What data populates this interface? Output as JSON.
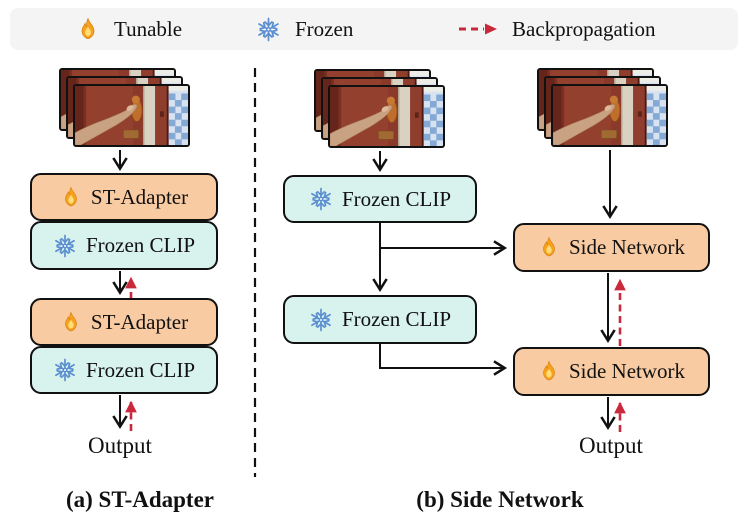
{
  "figure": {
    "legend": {
      "items": [
        {
          "icon": "flame-icon",
          "label": "Tunable"
        },
        {
          "icon": "snowflake-icon",
          "label": "Frozen"
        },
        {
          "icon": "backprop-arrow-icon",
          "label": "Backpropagation"
        }
      ]
    },
    "panel_a": {
      "caption": "(a) ST-Adapter",
      "output_label": "Output",
      "boxes": [
        {
          "icon": "flame-icon",
          "label": "ST-Adapter",
          "state": "tunable"
        },
        {
          "icon": "snowflake-icon",
          "label": "Frozen CLIP",
          "state": "frozen"
        },
        {
          "icon": "flame-icon",
          "label": "ST-Adapter",
          "state": "tunable"
        },
        {
          "icon": "snowflake-icon",
          "label": "Frozen CLIP",
          "state": "frozen"
        }
      ]
    },
    "panel_b": {
      "caption": "(b) Side Network",
      "output_label": "Output",
      "boxes": [
        {
          "icon": "snowflake-icon",
          "label": "Frozen CLIP",
          "state": "frozen"
        },
        {
          "icon": "flame-icon",
          "label": "Side Network",
          "state": "tunable"
        },
        {
          "icon": "snowflake-icon",
          "label": "Frozen CLIP",
          "state": "frozen"
        },
        {
          "icon": "flame-icon",
          "label": "Side Network",
          "state": "tunable"
        }
      ]
    },
    "colors": {
      "tunable_fill": "#F8CBA3",
      "frozen_fill": "#D8F2EE",
      "backprop_red": "#C9293B",
      "line_black": "#111111",
      "legend_bg": "#F4F4F4",
      "snowflake_blue": "#5B8FD0"
    }
  }
}
